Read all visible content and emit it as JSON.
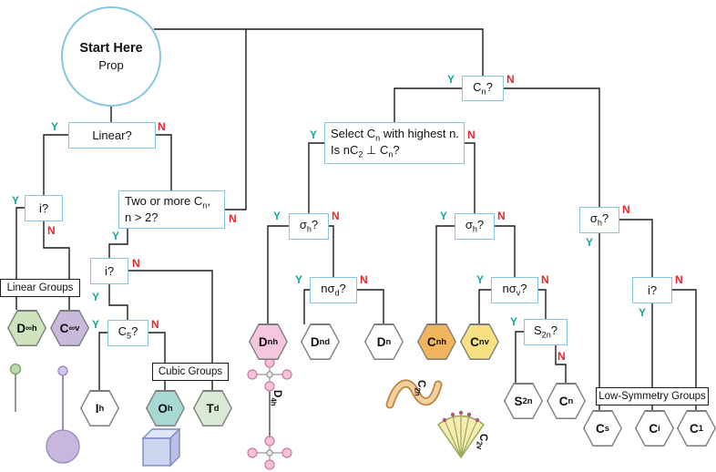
{
  "accent": {
    "box_border": "#86c6e3",
    "yes": "#14a79c",
    "no": "#e8262d"
  },
  "labels": {
    "yes": "Y",
    "no": "N"
  },
  "start": {
    "title": "Start Here",
    "subtitle": "Prop"
  },
  "boxes": {
    "linear": [
      {
        "t": "Linear?"
      }
    ],
    "i1": [
      {
        "t": "i?"
      }
    ],
    "two_cn_1": [
      {
        "t": "Two or more C"
      },
      {
        "t": "n",
        "sub": true
      },
      {
        "t": ","
      }
    ],
    "two_cn_2": [
      {
        "t": "n > 2?"
      }
    ],
    "i2": [
      {
        "t": "i?"
      }
    ],
    "c5": [
      {
        "t": "C"
      },
      {
        "t": "5",
        "sub": true
      },
      {
        "t": "?"
      }
    ],
    "cn": [
      {
        "t": "C"
      },
      {
        "t": "n",
        "sub": true
      },
      {
        "t": "?"
      }
    ],
    "select_1": [
      {
        "t": "Select C"
      },
      {
        "t": "n",
        "sub": true
      },
      {
        "t": " with highest n."
      }
    ],
    "select_2": [
      {
        "t": "Is nC"
      },
      {
        "t": "2",
        "sub": true
      },
      {
        "t": " ⊥ C"
      },
      {
        "t": "n",
        "sub": true
      },
      {
        "t": "?"
      }
    ],
    "sigma_d": [
      {
        "t": "σ"
      },
      {
        "t": "h",
        "sub": true
      },
      {
        "t": "?"
      }
    ],
    "nsigma_d": [
      {
        "t": "nσ"
      },
      {
        "t": "d",
        "sub": true
      },
      {
        "t": "?"
      }
    ],
    "sigma_c": [
      {
        "t": "σ"
      },
      {
        "t": "h",
        "sub": true
      },
      {
        "t": "?"
      }
    ],
    "nsigma_v": [
      {
        "t": "nσ"
      },
      {
        "t": "v",
        "sub": true
      },
      {
        "t": "?"
      }
    ],
    "s2n": [
      {
        "t": "S"
      },
      {
        "t": "2n",
        "sub": true
      },
      {
        "t": "?"
      }
    ],
    "sigma_low": [
      {
        "t": "σ"
      },
      {
        "t": "h",
        "sub": true
      },
      {
        "t": "?"
      }
    ],
    "i3": [
      {
        "t": "i?"
      }
    ]
  },
  "group_labels": {
    "linear": "Linear Groups",
    "cubic": "Cubic Groups",
    "low": "Low-Symmetry Groups"
  },
  "results": {
    "dinfh": {
      "segs": [
        {
          "t": "D"
        },
        {
          "t": "∞h",
          "sub": true
        }
      ],
      "fill": "#cde3bd"
    },
    "cinfv": {
      "segs": [
        {
          "t": "C"
        },
        {
          "t": "∞v",
          "sub": true
        }
      ],
      "fill": "#c9badd"
    },
    "ih": {
      "segs": [
        {
          "t": "I"
        },
        {
          "t": "h",
          "sub": true
        }
      ],
      "fill": "#ffffff"
    },
    "oh": {
      "segs": [
        {
          "t": "O"
        },
        {
          "t": "h",
          "sub": true
        }
      ],
      "fill": "#a7d9d2"
    },
    "td": {
      "segs": [
        {
          "t": "T"
        },
        {
          "t": "d",
          "sub": true
        }
      ],
      "fill": "#d9e9d3"
    },
    "dnh": {
      "segs": [
        {
          "t": "D"
        },
        {
          "t": "nh",
          "sub": true
        }
      ],
      "fill": "#f5c6dd"
    },
    "dnd": {
      "segs": [
        {
          "t": "D"
        },
        {
          "t": "nd",
          "sub": true
        }
      ],
      "fill": "#ffffff"
    },
    "dn": {
      "segs": [
        {
          "t": "D"
        },
        {
          "t": "n",
          "sub": true
        }
      ],
      "fill": "#ffffff"
    },
    "cnh": {
      "segs": [
        {
          "t": "C"
        },
        {
          "t": "nh",
          "sub": true
        }
      ],
      "fill": "#f1b55e"
    },
    "cnv": {
      "segs": [
        {
          "t": "C"
        },
        {
          "t": "nv",
          "sub": true
        }
      ],
      "fill": "#f6e081"
    },
    "s2n": {
      "segs": [
        {
          "t": "S"
        },
        {
          "t": "2n",
          "sub": true
        }
      ],
      "fill": "#ffffff"
    },
    "cnr": {
      "segs": [
        {
          "t": "C"
        },
        {
          "t": "n",
          "sub": true
        }
      ],
      "fill": "#ffffff"
    },
    "cs": {
      "segs": [
        {
          "t": "C"
        },
        {
          "t": "s",
          "sub": true
        }
      ],
      "fill": "#ffffff"
    },
    "ci": {
      "segs": [
        {
          "t": "C"
        },
        {
          "t": "i",
          "sub": true
        }
      ],
      "fill": "#ffffff"
    },
    "c1": {
      "segs": [
        {
          "t": "C"
        },
        {
          "t": "1",
          "sub": true
        }
      ],
      "fill": "#ffffff"
    }
  },
  "decorations": {
    "dnh_example": [
      {
        "t": "D"
      },
      {
        "t": "4h",
        "sub": true
      }
    ],
    "cnh_example": [
      {
        "t": "C"
      },
      {
        "t": "2h",
        "sub": true
      }
    ],
    "cnv_example": [
      {
        "t": "C"
      },
      {
        "t": "2v",
        "sub": true
      }
    ]
  }
}
